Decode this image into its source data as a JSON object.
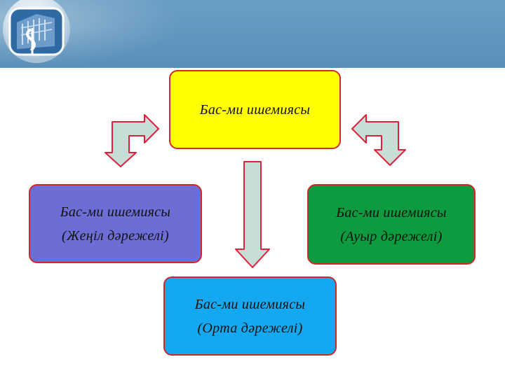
{
  "diagram": {
    "top_box": {
      "line1": "Бас-ми ишемиясы"
    },
    "left_box": {
      "line1": "Бас-ми ишемиясы",
      "line2": "(Жеңіл дәрежелі)"
    },
    "right_box": {
      "line1": "Бас-ми ишемиясы",
      "line2": "(Ауыр дәрежелі)"
    },
    "bottom_box": {
      "line1": "Бас-ми ишемиясы",
      "line2": "(Орта дәрежелі)"
    }
  },
  "colors": {
    "header": "#5a8fb9",
    "top_box": "#ffff00",
    "left_box": "#6d6dd6",
    "right_box": "#0e9a3e",
    "bottom_box": "#14a8f0",
    "box_border": "#cc2a2a",
    "arrow_fill": "#c8dcd8",
    "arrow_stroke": "#e0203a"
  },
  "icons": [
    "medical-logo-icon",
    "bent-arrow-left-icon",
    "bent-arrow-right-icon",
    "down-arrow-icon"
  ]
}
